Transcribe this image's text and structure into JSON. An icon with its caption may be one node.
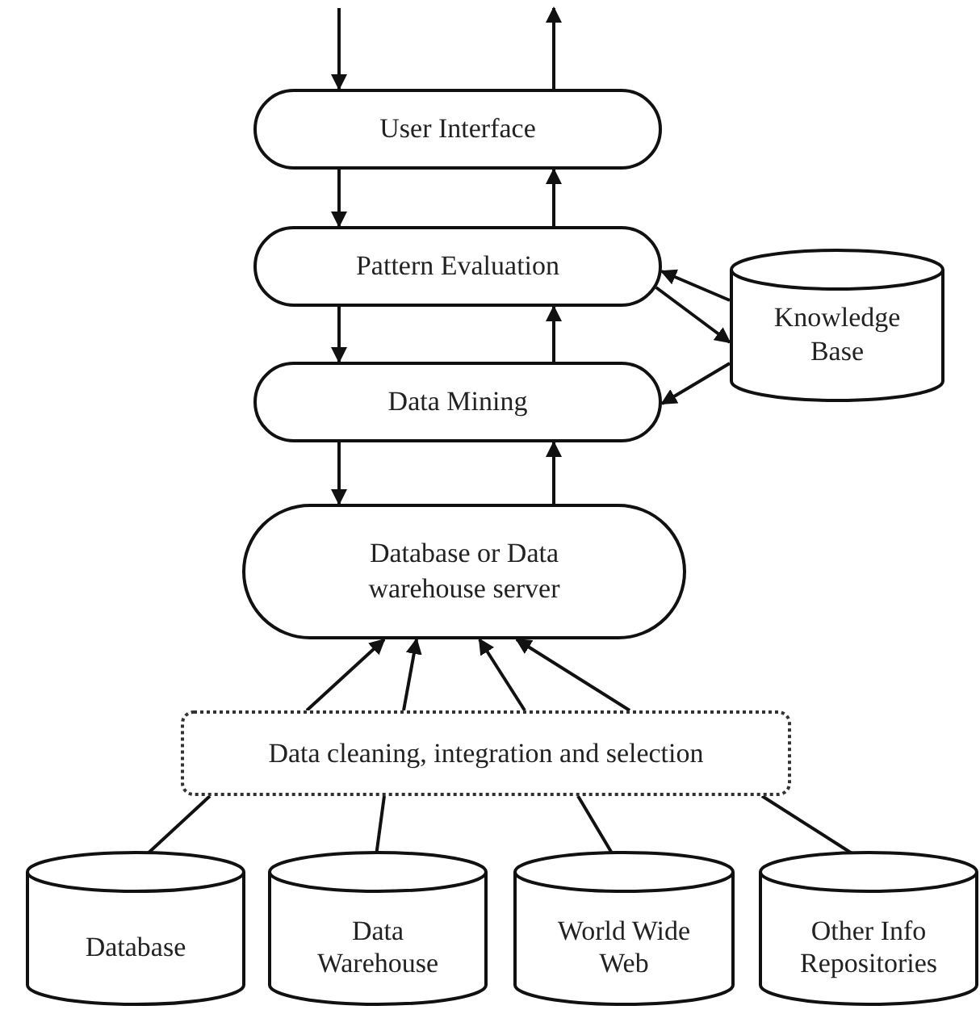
{
  "diagram": {
    "nodes": [
      {
        "text": [
          "User Interface"
        ]
      },
      {
        "text": [
          "Pattern Evaluation"
        ]
      },
      {
        "text": [
          "Data Mining"
        ]
      },
      {
        "text": [
          "Database or Data warehouse server"
        ]
      },
      {
        "text": [
          "Data cleaning, integration and selection"
        ]
      },
      {
        "text": [
          "Knowledge Base"
        ]
      },
      {
        "text": [
          "Database"
        ]
      },
      {
        "text": [
          "Data Warehouse"
        ]
      },
      {
        "text": [
          "World Wide Web"
        ]
      },
      {
        "text": [
          "Other Info Repositories"
        ]
      }
    ],
    "edges": [
      {
        "from": null,
        "to": 0,
        "arrow": "to"
      },
      {
        "from": 0,
        "to": null,
        "arrow": "to"
      },
      {
        "from": 0,
        "to": 1,
        "arrow": "to"
      },
      {
        "from": 1,
        "to": 0,
        "arrow": "to"
      },
      {
        "from": 1,
        "to": 2,
        "arrow": "to"
      },
      {
        "from": 2,
        "to": 1,
        "arrow": "to"
      },
      {
        "from": 2,
        "to": 3,
        "arrow": "to"
      },
      {
        "from": 3,
        "to": 2,
        "arrow": "to"
      },
      {
        "from": 5,
        "to": 1,
        "arrow": "to"
      },
      {
        "from": 1,
        "to": 5,
        "arrow": "to"
      },
      {
        "from": 5,
        "to": 2,
        "arrow": "to"
      },
      {
        "from": 4,
        "to": 3,
        "arrow": "to"
      },
      {
        "from": 4,
        "to": 3,
        "arrow": "to"
      },
      {
        "from": 4,
        "to": 3,
        "arrow": "to"
      },
      {
        "from": 4,
        "to": 3,
        "arrow": "to"
      },
      {
        "from": 6,
        "to": 4,
        "arrow": "none"
      },
      {
        "from": 7,
        "to": 4,
        "arrow": "none"
      },
      {
        "from": 8,
        "to": 4,
        "arrow": "none"
      },
      {
        "from": 9,
        "to": 4,
        "arrow": "none"
      }
    ]
  }
}
